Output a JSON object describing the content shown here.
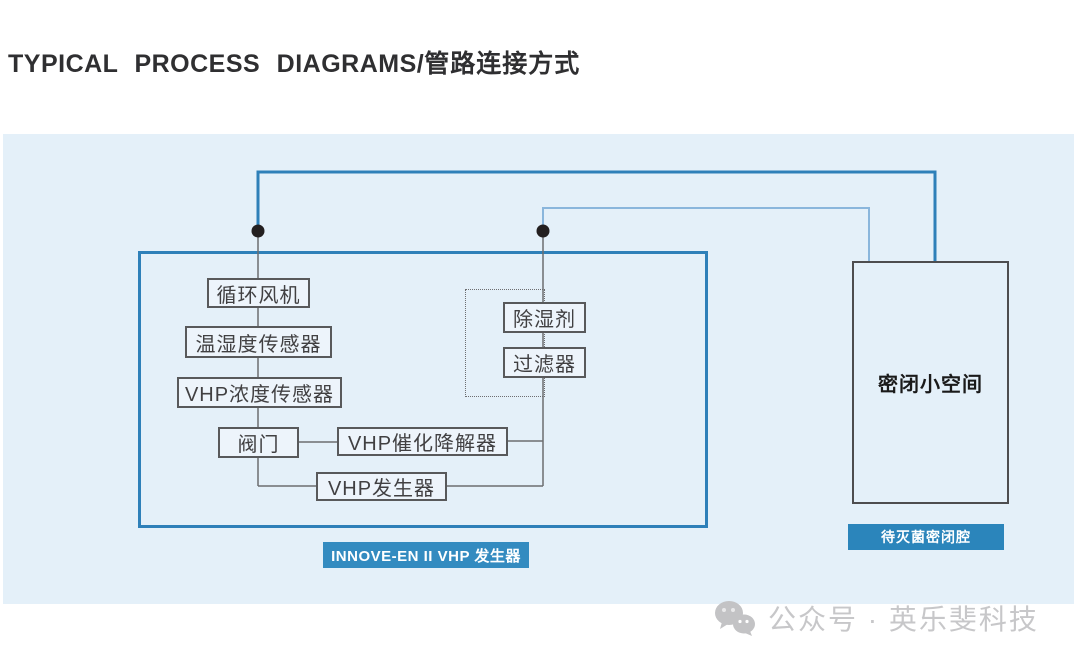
{
  "title": {
    "en": "TYPICAL PROCESS DIAGRAMS/",
    "zh": "管路连接方式"
  },
  "generator": {
    "badge": "INNOVE-EN II VHP 发生器",
    "components": {
      "fan": "循环风机",
      "temp_humidity_sensor": "温湿度传感器",
      "vhp_concentration_sensor": "VHP浓度传感器",
      "valve": "阀门",
      "vhp_catalytic_degrader": "VHP催化降解器",
      "vhp_generator": "VHP发生器",
      "desiccant": "除湿剂",
      "filter": "过滤器"
    }
  },
  "chamber": {
    "label": "密闭小空间",
    "badge": "待灭菌密闭腔"
  },
  "watermark": {
    "icon": "wechat-icon",
    "text": "公众号 · 英乐斐科技"
  },
  "colors": {
    "panel_bg": "#e4f0f9",
    "enclosure_border": "#2e80b9",
    "pipe_dark_blue": "#2e80b9",
    "pipe_light_blue": "#8ab6dc",
    "pipe_gray": "#6d6e71",
    "junction_dot": "#231f20",
    "badge_blue": "#338bc0",
    "watermark_gray": "#c7c7c9"
  }
}
